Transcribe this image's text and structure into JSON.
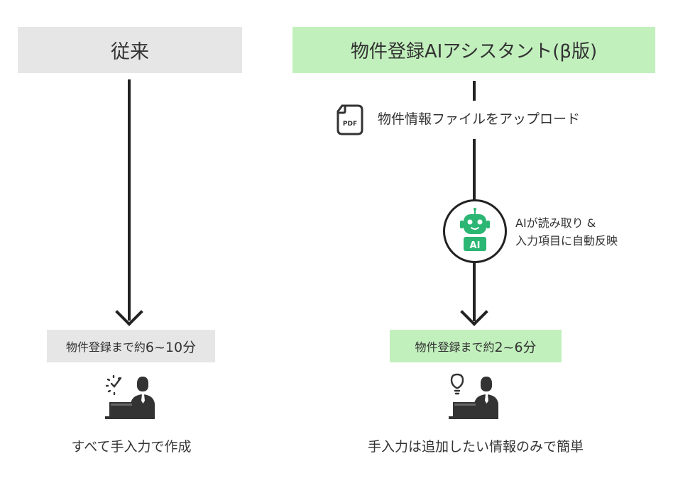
{
  "left": {
    "header": "従来",
    "time_prefix": "物件登録まで約",
    "time_value": "6~10分",
    "caption": "すべて手入力で作成",
    "person_icon": "person-at-laptop-with-clock-icon"
  },
  "right": {
    "header": "物件登録AIアシスタント(β版)",
    "step1": {
      "icon": "pdf-file-icon",
      "pdf_label": "PDF",
      "text": "物件情報ファイルをアップロード"
    },
    "step2": {
      "icon": "robot-ai-icon",
      "ai_label": "AI",
      "line1": "AIが読み取り &",
      "line2": "入力項目に自動反映"
    },
    "time_prefix": "物件登録まで約",
    "time_value": "2~6分",
    "caption": "手入力は追加したい情報のみで簡単",
    "person_icon": "person-at-laptop-with-lightbulb-icon"
  },
  "colors": {
    "gray_box": "#e6e6e6",
    "green_box": "#c2f0bd",
    "robot_green": "#2bb673",
    "line": "#222222"
  }
}
